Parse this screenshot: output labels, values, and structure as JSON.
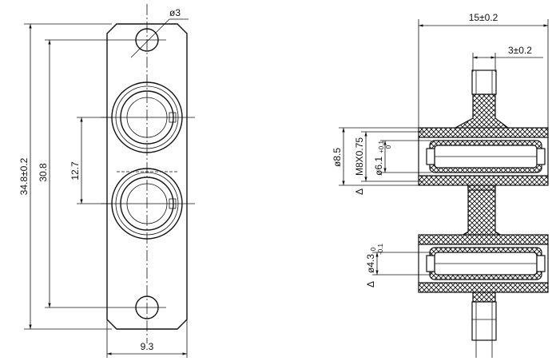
{
  "front_view": {
    "dim_total_height": "34.8±0.2",
    "dim_hole_spacing": "30.8",
    "dim_port_pitch": "12.7",
    "dim_width": "9.3",
    "dim_hole_dia": "ø3"
  },
  "side_view": {
    "dim_total_length": "15±0.2",
    "dim_flange": "3±0.2",
    "dim_outer_dia": "ø8.5",
    "dim_thread": "M8X0.75",
    "dim_inner_dia": "ø6.1",
    "dim_inner_tol_upper": "+0.1",
    "dim_inner_tol_lower": "0",
    "dim_bore": "ø4.3",
    "dim_bore_tol_upper": "0",
    "dim_bore_tol_lower": "-0.1",
    "datum_symbol": "Δ"
  }
}
